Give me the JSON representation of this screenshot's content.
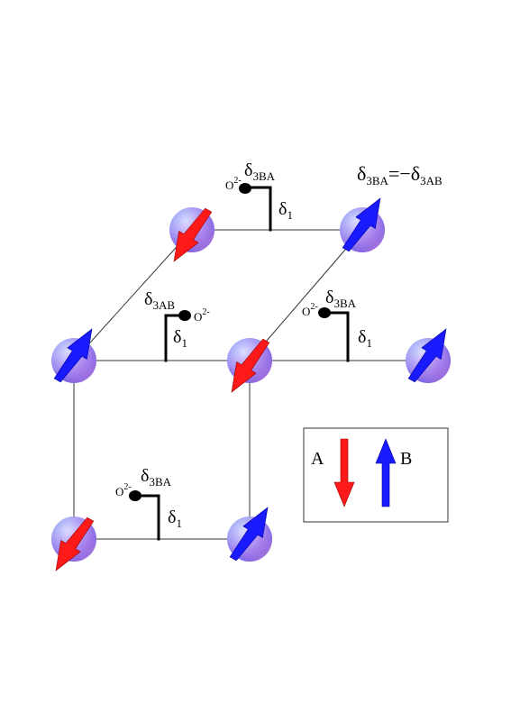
{
  "equation": {
    "lhs": "δ",
    "lhs_sub": "3BA",
    "op": "=−",
    "rhs": "δ",
    "rhs_sub": "3AB"
  },
  "oxygen": {
    "symbol": "O",
    "charge": "2-"
  },
  "delta": "δ",
  "bond_labels": {
    "delta1_sub": "1",
    "ab_sub": "3AB",
    "ba_sub": "3BA"
  },
  "legend": {
    "a": "A",
    "b": "B"
  },
  "colors": {
    "spin_a": "#ff1a1a",
    "spin_b": "#1a1aff",
    "line": "#333333"
  }
}
